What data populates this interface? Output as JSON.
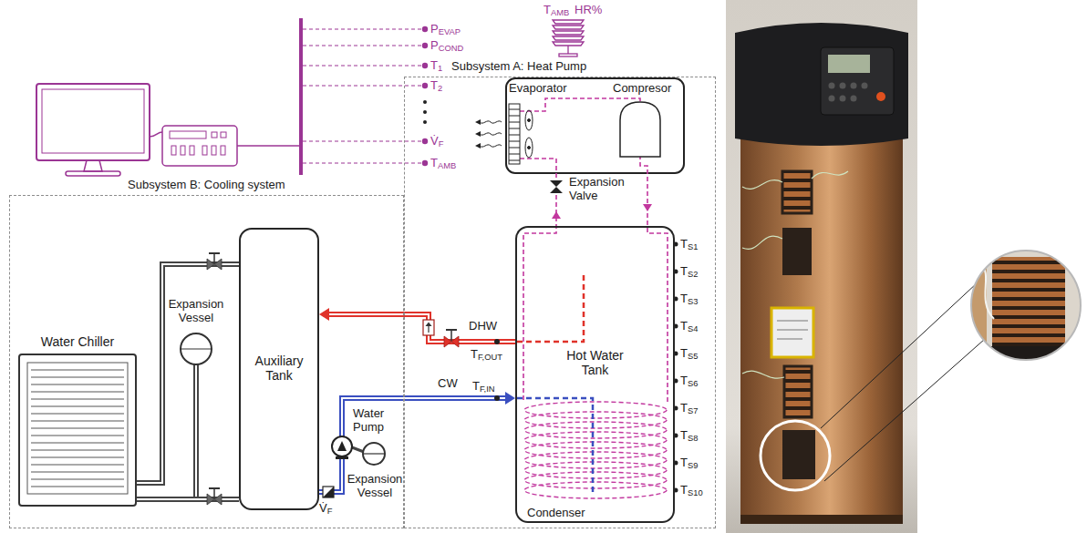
{
  "diagram": {
    "nodes": [
      {
        "text": [
          "Subsystem A: Heat Pump"
        ]
      },
      {
        "text": [
          "Hot Water Tank"
        ],
        "in": 0
      },
      {
        "text": [
          "Subsystem B: Cooling system"
        ]
      },
      {
        "text": [
          "Water Chiller"
        ],
        "in": 2
      },
      {
        "text": [
          "Auxiliary Tank"
        ],
        "in": 2
      }
    ],
    "edges": [
      {
        "from": 1,
        "to": 4,
        "label": "DHW",
        "arrow": "to"
      },
      {
        "from": 4,
        "to": 1,
        "label": "CW",
        "arrow": "to"
      },
      {
        "from": 3,
        "to": 4,
        "arrow": "none"
      },
      {
        "from": 3,
        "to": 4,
        "arrow": "none"
      }
    ],
    "labels": [
      "TAMB",
      "HR%",
      "PEVAP",
      "PCOND",
      "T1",
      "T2",
      "V̇F",
      "TAMB",
      "Evaporator",
      "Compresor",
      "Expansion Valve",
      "TS1",
      "TS2",
      "TS3",
      "TS4",
      "TS5",
      "TS6",
      "TS7",
      "TS8",
      "TS9",
      "TS10",
      "TF,OUT",
      "TF,IN",
      "Water Pump",
      "Expansion Vessel",
      "Expansion Vessel",
      "V̇F",
      "Condenser"
    ]
  }
}
